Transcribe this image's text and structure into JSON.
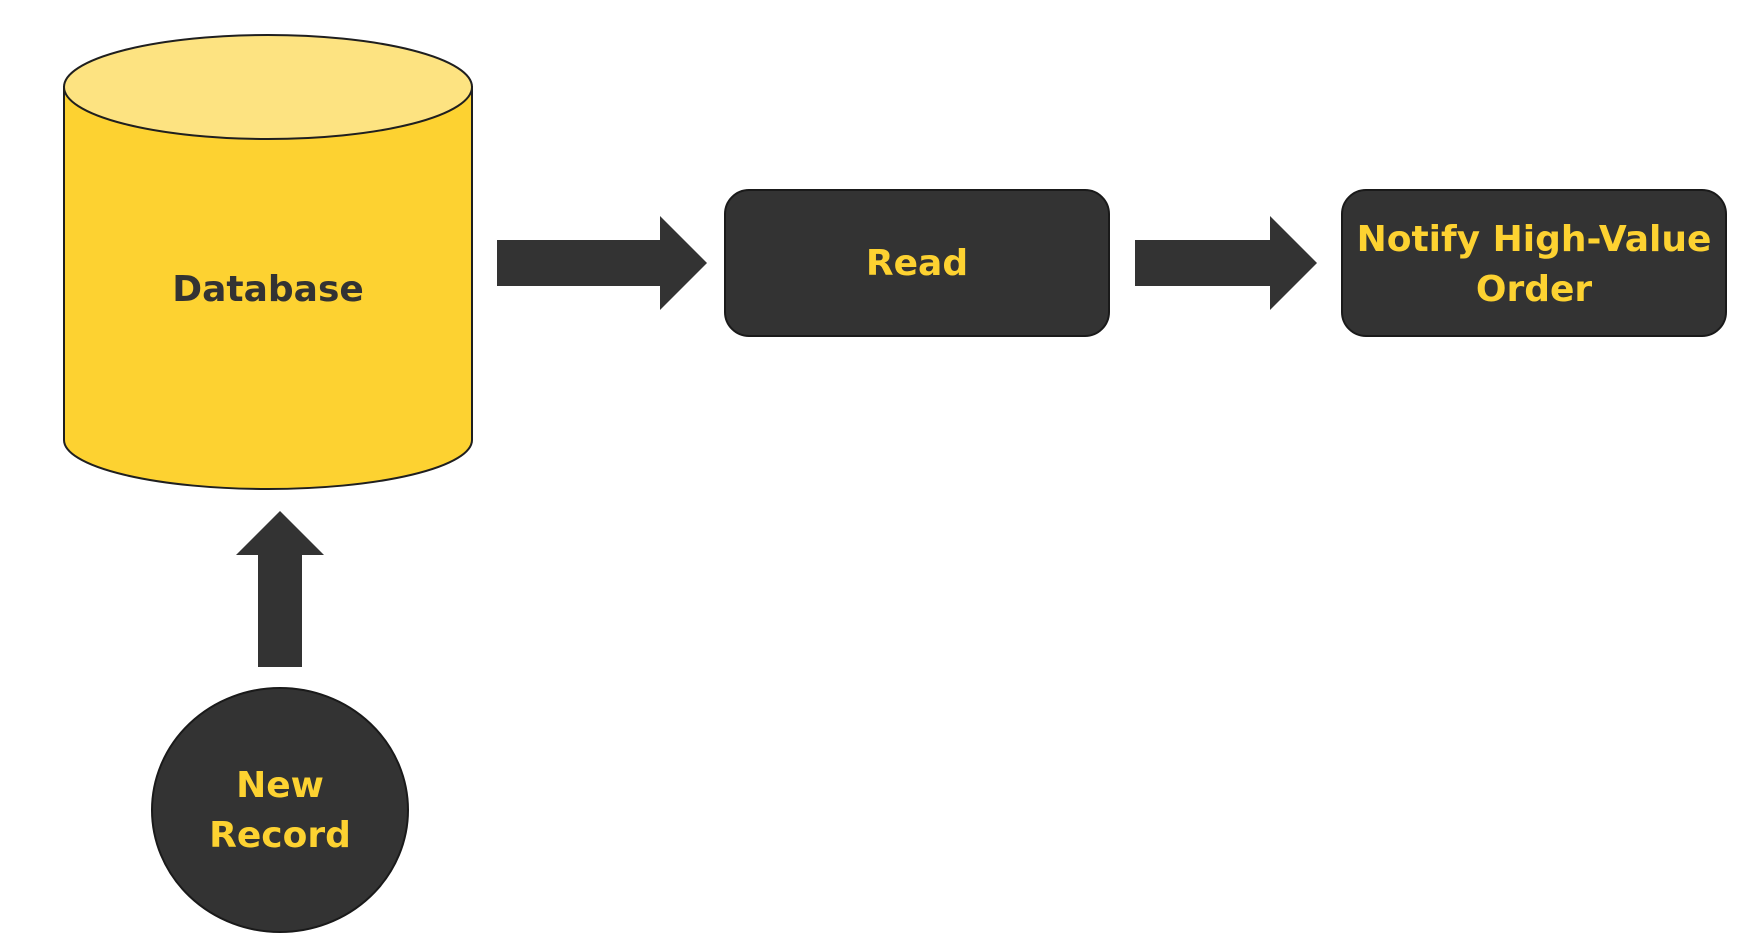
{
  "colors": {
    "accent": "#fdd231",
    "accent_light": "#fde381",
    "dark": "#333333",
    "background": "#ffffff"
  },
  "nodes": {
    "database": {
      "label": "Database",
      "shape": "cylinder"
    },
    "read": {
      "label": "Read",
      "shape": "rounded-rectangle"
    },
    "notify": {
      "label_line1": "Notify High-Value",
      "label_line2": "Order",
      "shape": "rounded-rectangle"
    },
    "new_record": {
      "label_line1": "New",
      "label_line2": "Record",
      "shape": "circle"
    }
  },
  "edges": [
    {
      "from": "new_record",
      "to": "database",
      "direction": "up"
    },
    {
      "from": "database",
      "to": "read",
      "direction": "right"
    },
    {
      "from": "read",
      "to": "notify",
      "direction": "right"
    }
  ]
}
